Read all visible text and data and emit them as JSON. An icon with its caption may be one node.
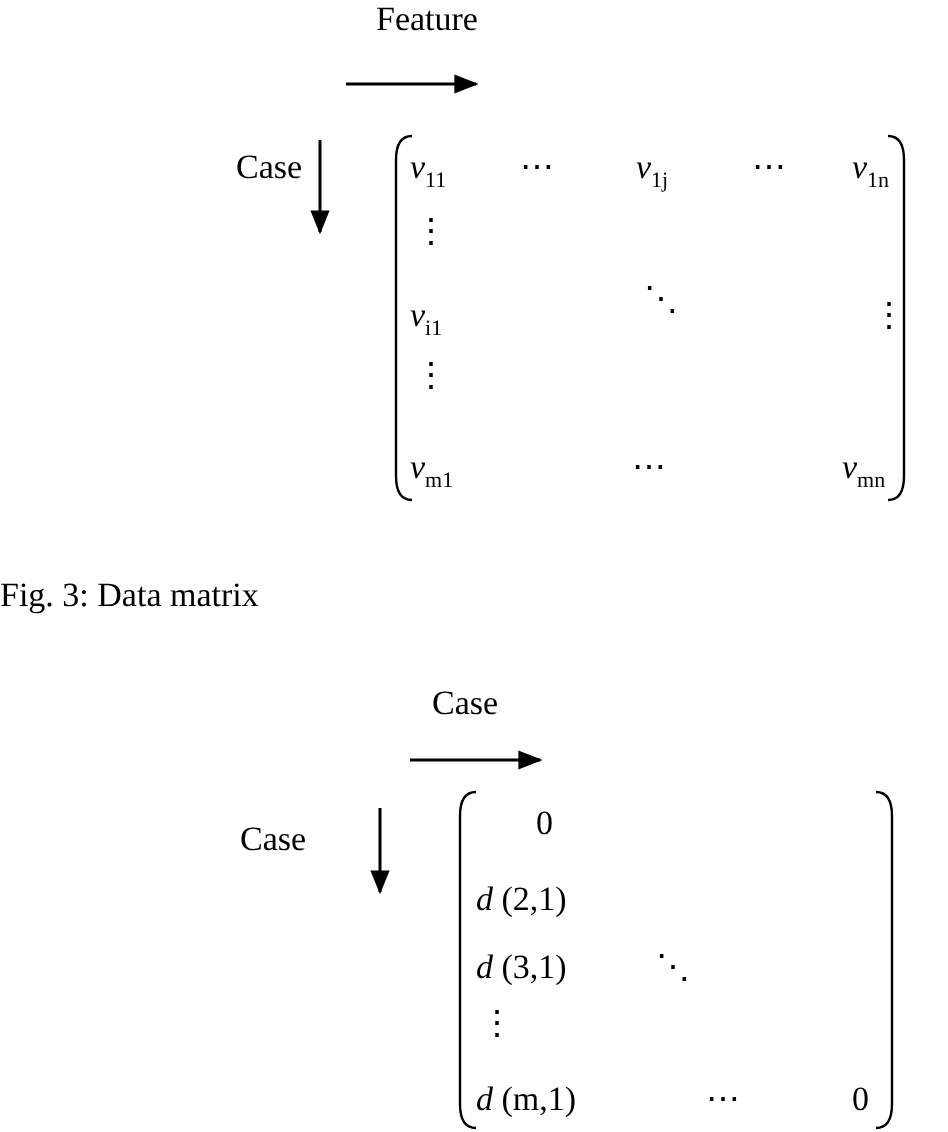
{
  "diagram": {
    "caption": "Fig. 3: Data matrix",
    "labels": [
      "Feature",
      "Case",
      "*v*$_{11}$",
      "⋯",
      "*v*$_{1j}$",
      "⋯",
      "*v*$_{1n}$",
      "⋮",
      "*v*$_{i1}$",
      "⋱",
      "⋮",
      "⋮",
      "*v*$_{m1}$",
      "⋯",
      "*v*$_{mn}$",
      "Case",
      "Case",
      "0",
      "*d* (2,1)",
      "*d* (3,1)",
      "⋱",
      "⋮",
      "*d* (m,1)",
      "⋯",
      "0"
    ]
  }
}
